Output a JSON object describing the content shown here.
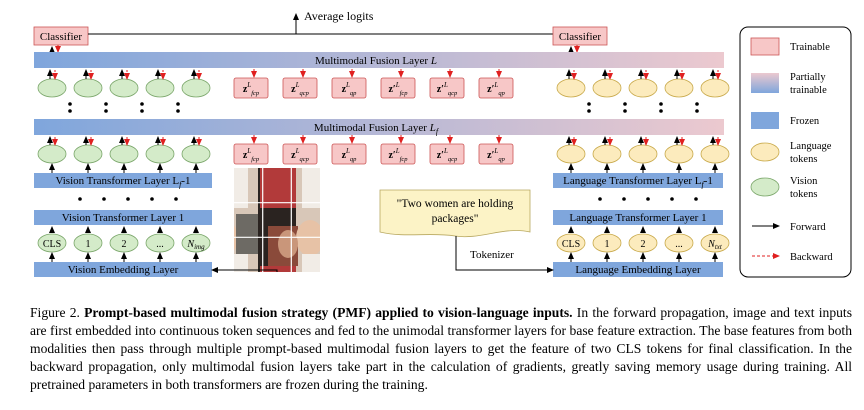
{
  "figure": {
    "average_logits": "Average logits",
    "classifier": "Classifier",
    "fusion_top": "Multimodal Fusion Layer",
    "fusion_top_sym": "L",
    "fusion_mid": "Multimodal Fusion Layer",
    "fusion_mid_sym": "L",
    "fusion_mid_sub": "f",
    "vision_tl_upper": "Vision Transformer Layer L",
    "vision_tl_upper_sub": "f",
    "vision_tl_upper_tail": "-1",
    "vision_tl_1": "Vision Transformer Layer 1",
    "vision_embed": "Vision Embedding Layer",
    "lang_tl_upper": "Language Transformer Layer L",
    "lang_tl_upper_sub": "f",
    "lang_tl_upper_tail": "-1",
    "lang_tl_1": "Language Transformer Layer 1",
    "lang_embed": "Language Embedding Layer",
    "vision_tokens": [
      "CLS",
      "1",
      "2",
      "...",
      "N"
    ],
    "vision_token_last_sub": "img",
    "lang_tokens": [
      "CLS",
      "1",
      "2",
      "...",
      "N"
    ],
    "lang_token_last_sub": "txt",
    "text_input_line1": "\"Two women are holding",
    "text_input_line2": "packages\"",
    "tokenizer": "Tokenizer",
    "prompts": [
      {
        "sub": "fcp",
        "prime": false
      },
      {
        "sub": "qcp",
        "prime": false
      },
      {
        "sub": "qp",
        "prime": false
      },
      {
        "sub": "fcp",
        "prime": true
      },
      {
        "sub": "qcp",
        "prime": true
      },
      {
        "sub": "qp",
        "prime": true
      }
    ],
    "prompt_letter": "z",
    "colors": {
      "trainable": "#f7c7c7",
      "frozen": "#7fa6dc",
      "language_token": "#fcebbd",
      "vision_token": "#d4ebc9",
      "backward": "#e02020"
    }
  },
  "legend": {
    "trainable": "Trainable",
    "partially_trainable_1": "Partially",
    "partially_trainable_2": "trainable",
    "frozen": "Frozen",
    "language_tokens_1": "Language",
    "language_tokens_2": "tokens",
    "vision_tokens_1": "Vision",
    "vision_tokens_2": "tokens",
    "forward": "Forward",
    "backward": "Backward"
  },
  "caption": {
    "label": "Figure 2.",
    "title": "Prompt-based multimodal fusion strategy (PMF) applied to vision-language inputs.",
    "body": "In the forward propagation, image and text inputs are first embedded into continuous token sequences and fed to the unimodal transformer layers for base feature extraction. The base features from both modalities then pass through multiple prompt-based multimodal fusion layers to get the feature of two CLS tokens for final classification. In the backward propagation, only multimodal fusion layers take part in the calculation of gradients, greatly saving memory usage during training. All pretrained parameters in both transformers are frozen during the training."
  }
}
